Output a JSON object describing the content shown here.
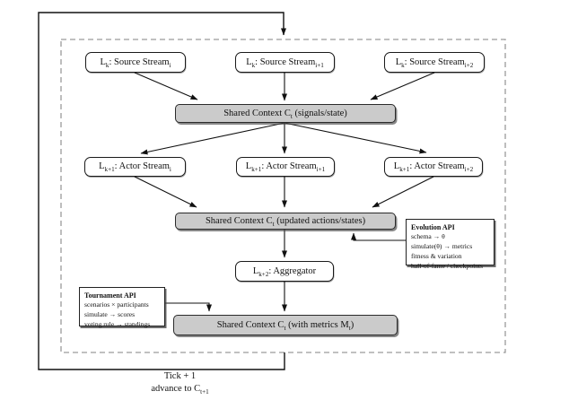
{
  "diagram": {
    "nodes": {
      "source_1": "L_{k}: Source Stream_{i}",
      "source_2": "L_{k}: Source Stream_{i+1}",
      "source_3": "L_{k}: Source Stream_{i+2}",
      "context_signals": "Shared Context C_{t} (signals/state)",
      "actor_1": "L_{k+1}: Actor Stream_{i}",
      "actor_2": "L_{k+1}: Actor Stream_{i+1}",
      "actor_3": "L_{k+1}: Actor Stream_{i+2}",
      "context_updated": "Shared Context C_{t} (updated actions/states)",
      "aggregator": "L_{k+2}: Aggregator",
      "context_metrics": "Shared Context C_{t} (with metrics M_{t})"
    },
    "evolution_api": {
      "title": "Evolution API",
      "lines": [
        "schema → θ",
        "simulate(θ) → metrics",
        "fitness & variation",
        "hall-of-fame / checkpoints"
      ]
    },
    "tournament_api": {
      "title": "Tournament API",
      "lines": [
        "scenarios × participants",
        "simulate → scores",
        "voting rule → standings"
      ]
    },
    "outer_loop": {
      "tick_label": "Tick + 1",
      "advance_label": "advance to C_{t+1}"
    },
    "colors": {
      "context_fill": "#cbcbcb",
      "box_border": "#1a1a1a",
      "dashed_border": "#9a9a9a",
      "arrow": "#111111"
    }
  }
}
